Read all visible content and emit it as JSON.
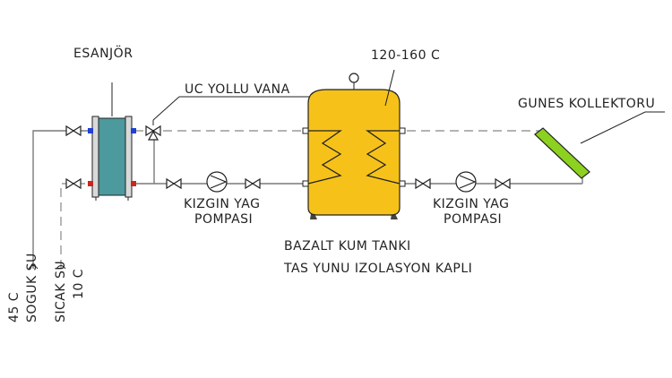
{
  "labels": {
    "esanjor": "ESANJÖR",
    "uc_yollu_vana": "UC YOLLU VANA",
    "temp_range": "120-160 C",
    "gunes_kollektoru": "GUNES KOLLEKTORU",
    "pump_left_1": "KIZGIN YAG",
    "pump_left_2": "POMPASI",
    "pump_right_1": "KIZGIN YAG",
    "pump_right_2": "POMPASI",
    "tank_1": "BAZALT KUM TANKI",
    "tank_2": "TAS YUNU IZOLASYON KAPLI",
    "cold_temp": "45 C",
    "cold_name": "SOGUK SU",
    "hot_name": "SICAK SU",
    "hot_temp": "10 C"
  },
  "colors": {
    "tank_fill": "#f6c21a",
    "exchanger_fill": "#4d9a9e",
    "collector_fill": "#8cd11f",
    "port_blue": "#1f3fd6",
    "port_red": "#c9261e"
  }
}
